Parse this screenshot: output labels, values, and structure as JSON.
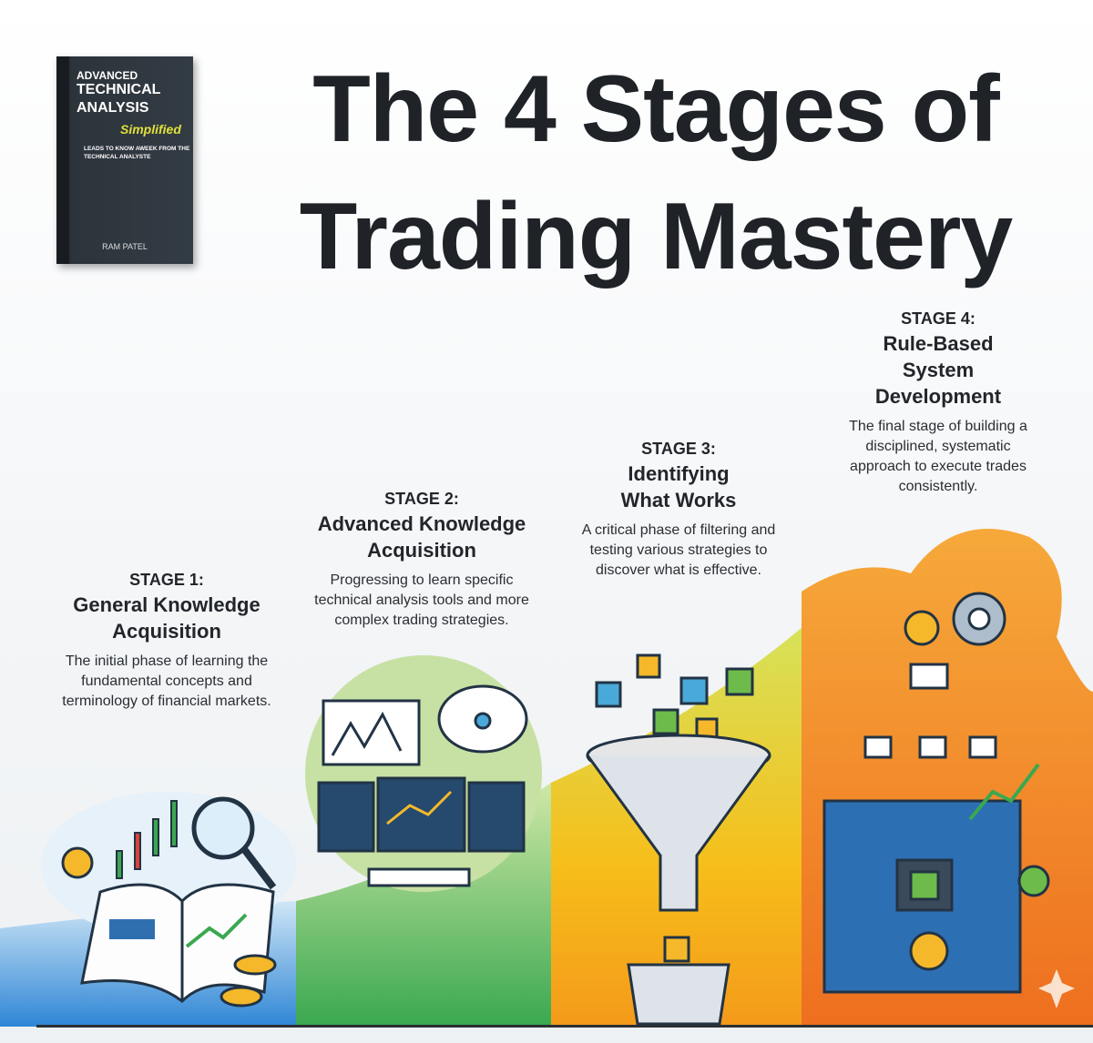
{
  "title": {
    "line1": "The 4 Stages of",
    "line2": "Trading Mastery"
  },
  "book": {
    "line1": "ADVANCED",
    "line2": "TECHNICAL",
    "line3": "ANALYSIS",
    "subtitle": "Simplified",
    "tagline": "LEADS TO KNOW AWEEK FROM THE TECHNICAL ANALYSTE",
    "author": "RAM PATEL"
  },
  "stages": [
    {
      "label": "STAGE 1:",
      "name": "General Knowledge Acquisition",
      "desc": "The initial phase of learning the fundamental concepts and terminology of financial markets.",
      "color": "#3a8fd8"
    },
    {
      "label": "STAGE 2:",
      "name": "Advanced Knowledge Acquisition",
      "desc": "Progressing to learn specific technical analysis tools and more complex trading strategies.",
      "color": "#6dbb4a"
    },
    {
      "label": "STAGE 3:",
      "name": "Identifying What Works",
      "desc": "A critical phase of filtering and testing various strategies to discover what is effective.",
      "color": "#f2b418"
    },
    {
      "label": "STAGE 4:",
      "name": "Rule-Based System Development",
      "desc": "The final stage of building a disciplined, systematic approach to execute trades consistently.",
      "color": "#f07f22"
    }
  ]
}
